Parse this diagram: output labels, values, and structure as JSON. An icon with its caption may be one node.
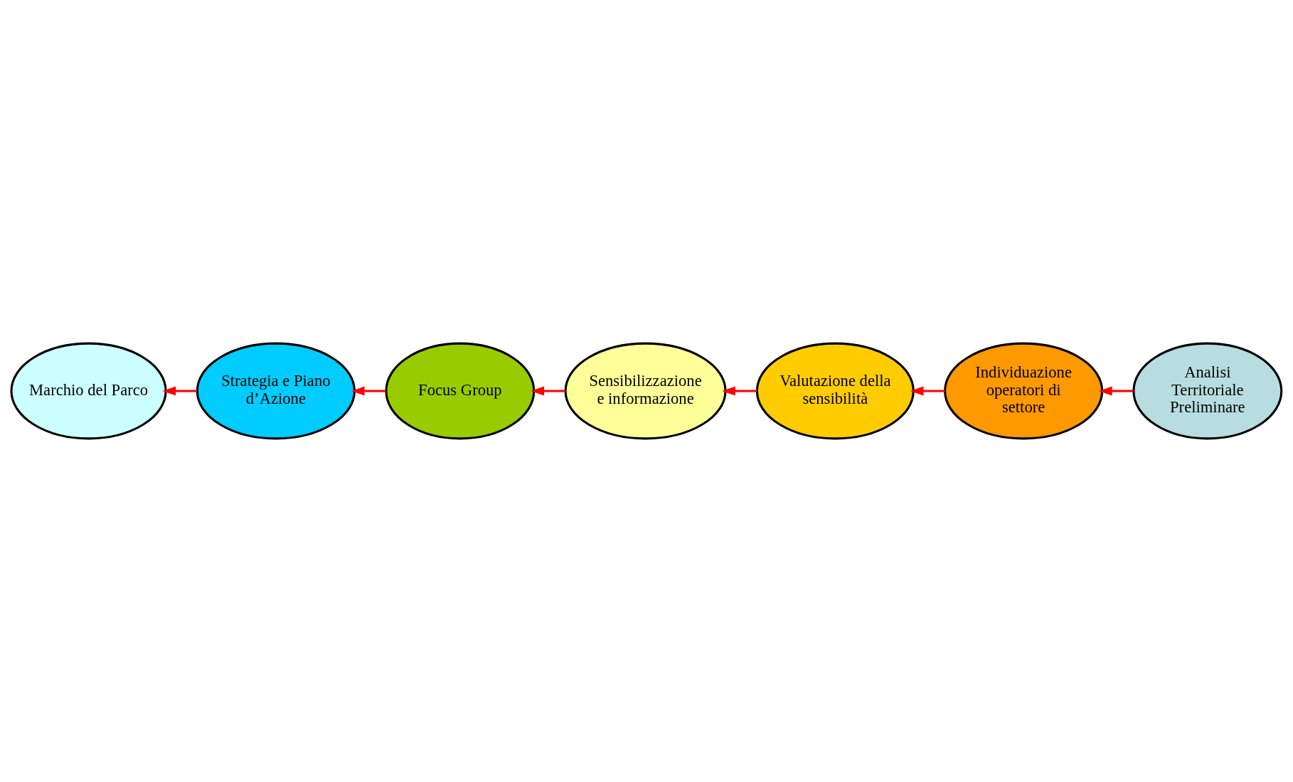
{
  "diagram": {
    "nodes": [
      {
        "text": [
          "Marchio del Parco"
        ]
      },
      {
        "text": [
          "Analisi Territoriale Preliminare"
        ]
      },
      {
        "text": [
          "Individuazione operatori di settore"
        ]
      },
      {
        "text": [
          "Strategia e Piano d’Azione"
        ]
      },
      {
        "text": [
          "Valutazione della sensibilità"
        ]
      },
      {
        "text": [
          "Sensibilizzazione e informazione"
        ]
      },
      {
        "text": [
          "Focus Group"
        ]
      }
    ],
    "edges": [
      {
        "from": 1,
        "to": 2,
        "arrow": "to"
      },
      {
        "from": 2,
        "to": 4,
        "arrow": "to"
      },
      {
        "from": 4,
        "to": 5,
        "arrow": "to"
      },
      {
        "from": 5,
        "to": 6,
        "arrow": "to"
      },
      {
        "from": 6,
        "to": 3,
        "arrow": "to"
      },
      {
        "from": 3,
        "to": 0,
        "arrow": "to"
      }
    ]
  }
}
